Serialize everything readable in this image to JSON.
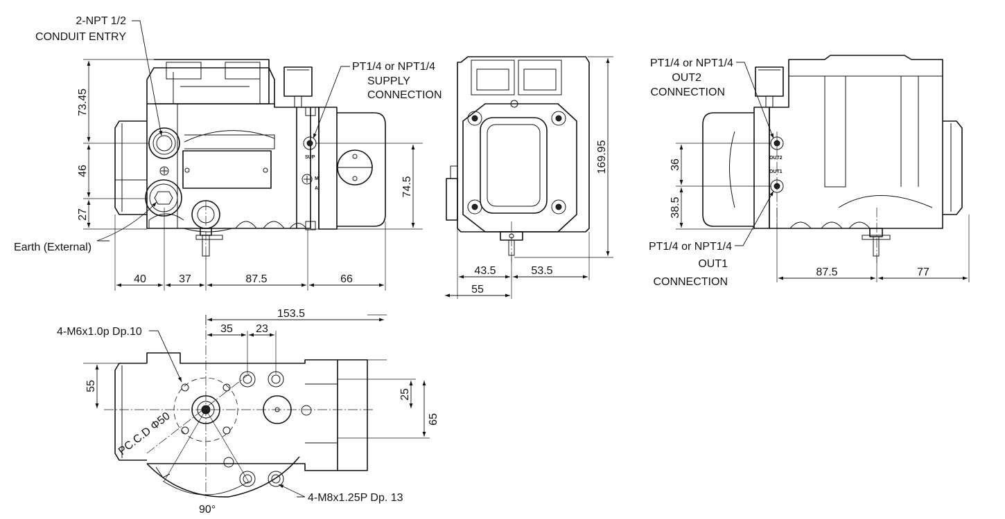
{
  "callouts": {
    "conduit_entry": [
      "2-NPT 1/2",
      "CONDUIT ENTRY"
    ],
    "supply_connection": [
      "PT1/4 or NPT1/4",
      "SUPPLY",
      "CONNECTION"
    ],
    "out2_connection": [
      "PT1/4 or NPT1/4",
      "OUT2",
      "CONNECTION"
    ],
    "out1_connection": [
      "PT1/4 or NPT1/4",
      "OUT1",
      "CONNECTION"
    ],
    "earth": "Earth (External)",
    "m6_holes": "4-M6x1.0p Dp.10",
    "m8_holes": "4-M8x1.25P Dp. 13",
    "pcd": "PC.C.D Φ50",
    "angle": "90°"
  },
  "port_markings": {
    "sup": "SUP",
    "out2": "OUT2",
    "out1": "OUT1",
    "m": "M",
    "a": "A"
  },
  "dimensions": {
    "front": {
      "v_73_45": "73.45",
      "v_46": "46",
      "v_27": "27",
      "v_74_5": "74.5",
      "h_40": "40",
      "h_37": "37",
      "h_87_5": "87.5",
      "h_66": "66"
    },
    "side": {
      "v_169_95": "169.95",
      "h_43_5": "43.5",
      "h_53_5": "53.5",
      "h_55": "55"
    },
    "rear": {
      "v_36": "36",
      "v_38_5": "38.5",
      "h_87_5": "87.5",
      "h_77": "77"
    },
    "bottom": {
      "h_153_5": "153.5",
      "h_35": "35",
      "h_23": "23",
      "v_55": "55",
      "v_25": "25",
      "v_65": "65"
    }
  }
}
